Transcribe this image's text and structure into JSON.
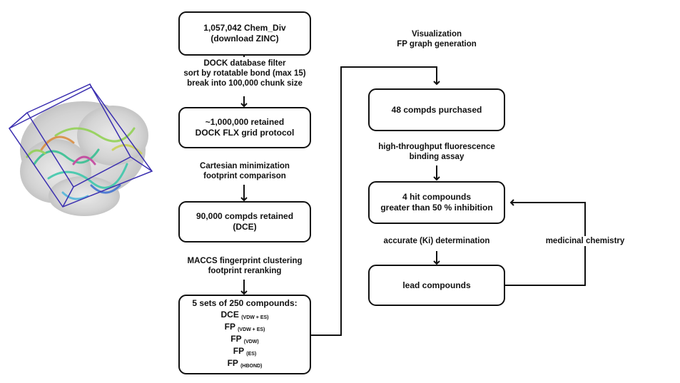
{
  "boxes": {
    "chemdiv": [
      "1,057,042 Chem_Div",
      "(download ZINC)"
    ],
    "retained1m": [
      "~1,000,000 retained",
      "DOCK FLX grid protocol"
    ],
    "retained90k": [
      "90,000 compds retained",
      "(DCE)"
    ],
    "sets": {
      "title": "5 sets of 250 compounds:",
      "lines": [
        {
          "main": "DCE",
          "sub": "(VDW + ES)"
        },
        {
          "main": "FP",
          "sub": "(VDW + ES)"
        },
        {
          "main": "FP",
          "sub": "(VDW)"
        },
        {
          "main": "FP",
          "sub": "(ES)"
        },
        {
          "main": "FP",
          "sub": "(HBOND)"
        }
      ]
    },
    "purchased": "48 compds purchased",
    "hits": [
      "4 hit compounds",
      "greater than 50 % inhibition"
    ],
    "lead": "lead compounds"
  },
  "labels": {
    "dock_filter": [
      "DOCK database filter",
      "sort by rotatable bond (max 15)",
      "break into 100,000 chunk size"
    ],
    "cartesian": [
      "Cartesian minimization",
      "footprint comparison"
    ],
    "maccs": [
      "MACCS fingerprint clustering",
      "footprint reranking"
    ],
    "visualization": [
      "Visualization",
      "FP graph generation"
    ],
    "assay": [
      "high-throughput fluorescence",
      "binding assay"
    ],
    "ki": "accurate (Ki) determination",
    "medchem": "medicinal chemistry"
  },
  "image": {
    "subject": "protein-structure-with-grid-box"
  }
}
